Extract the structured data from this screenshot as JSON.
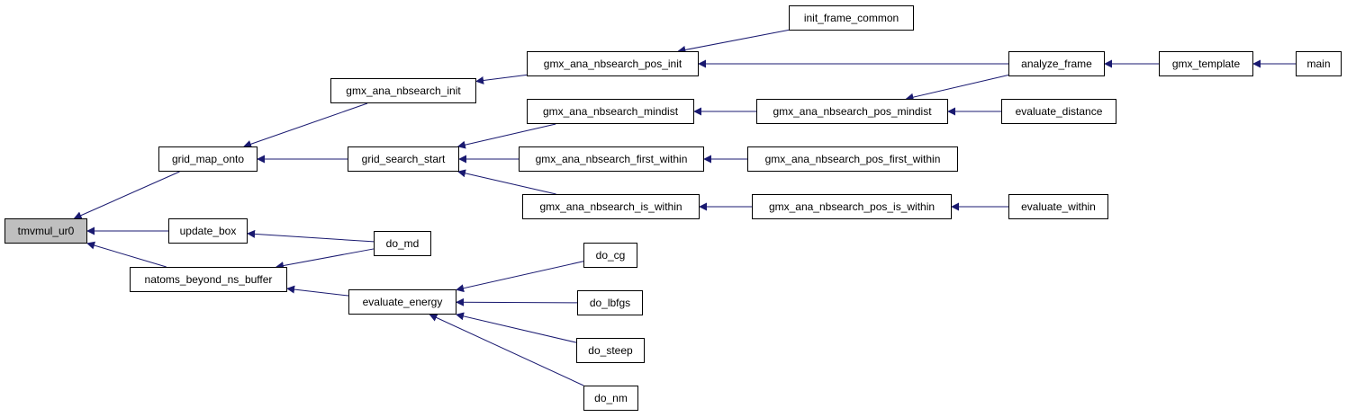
{
  "colors": {
    "edge": "#191970",
    "node_border": "#000000",
    "node_fill": "#ffffff",
    "root_fill": "#bfbfbf",
    "background": "#ffffff"
  },
  "nodes": [
    {
      "id": "tmvmul_ur0",
      "label": "tmvmul_ur0",
      "root": true
    },
    {
      "id": "grid_map_onto",
      "label": "grid_map_onto"
    },
    {
      "id": "update_box",
      "label": "update_box"
    },
    {
      "id": "natoms_beyond_ns_buffer",
      "label": "natoms_beyond_ns_buffer"
    },
    {
      "id": "gmx_ana_nbsearch_init",
      "label": "gmx_ana_nbsearch_init"
    },
    {
      "id": "grid_search_start",
      "label": "grid_search_start"
    },
    {
      "id": "do_md",
      "label": "do_md"
    },
    {
      "id": "evaluate_energy",
      "label": "evaluate_energy"
    },
    {
      "id": "gmx_ana_nbsearch_pos_init",
      "label": "gmx_ana_nbsearch_pos_init"
    },
    {
      "id": "gmx_ana_nbsearch_mindist",
      "label": "gmx_ana_nbsearch_mindist"
    },
    {
      "id": "gmx_ana_nbsearch_first_within",
      "label": "gmx_ana_nbsearch_first_within"
    },
    {
      "id": "gmx_ana_nbsearch_is_within",
      "label": "gmx_ana_nbsearch_is_within"
    },
    {
      "id": "do_cg",
      "label": "do_cg"
    },
    {
      "id": "do_lbfgs",
      "label": "do_lbfgs"
    },
    {
      "id": "do_steep",
      "label": "do_steep"
    },
    {
      "id": "do_nm",
      "label": "do_nm"
    },
    {
      "id": "init_frame_common",
      "label": "init_frame_common"
    },
    {
      "id": "gmx_ana_nbsearch_pos_mindist",
      "label": "gmx_ana_nbsearch_pos_mindist"
    },
    {
      "id": "gmx_ana_nbsearch_pos_first_within",
      "label": "gmx_ana_nbsearch_pos_first_within"
    },
    {
      "id": "gmx_ana_nbsearch_pos_is_within",
      "label": "gmx_ana_nbsearch_pos_is_within"
    },
    {
      "id": "analyze_frame",
      "label": "analyze_frame"
    },
    {
      "id": "evaluate_distance",
      "label": "evaluate_distance"
    },
    {
      "id": "evaluate_within",
      "label": "evaluate_within"
    },
    {
      "id": "gmx_template",
      "label": "gmx_template"
    },
    {
      "id": "main",
      "label": "main"
    }
  ],
  "edges": [
    {
      "from": "grid_map_onto",
      "to": "tmvmul_ur0"
    },
    {
      "from": "update_box",
      "to": "tmvmul_ur0"
    },
    {
      "from": "natoms_beyond_ns_buffer",
      "to": "tmvmul_ur0"
    },
    {
      "from": "gmx_ana_nbsearch_init",
      "to": "grid_map_onto"
    },
    {
      "from": "grid_search_start",
      "to": "grid_map_onto"
    },
    {
      "from": "do_md",
      "to": "update_box"
    },
    {
      "from": "do_md",
      "to": "natoms_beyond_ns_buffer"
    },
    {
      "from": "evaluate_energy",
      "to": "natoms_beyond_ns_buffer"
    },
    {
      "from": "gmx_ana_nbsearch_pos_init",
      "to": "gmx_ana_nbsearch_init"
    },
    {
      "from": "gmx_ana_nbsearch_mindist",
      "to": "grid_search_start"
    },
    {
      "from": "gmx_ana_nbsearch_first_within",
      "to": "grid_search_start"
    },
    {
      "from": "gmx_ana_nbsearch_is_within",
      "to": "grid_search_start"
    },
    {
      "from": "do_cg",
      "to": "evaluate_energy"
    },
    {
      "from": "do_lbfgs",
      "to": "evaluate_energy"
    },
    {
      "from": "do_steep",
      "to": "evaluate_energy"
    },
    {
      "from": "do_nm",
      "to": "evaluate_energy"
    },
    {
      "from": "init_frame_common",
      "to": "gmx_ana_nbsearch_pos_init"
    },
    {
      "from": "analyze_frame",
      "to": "gmx_ana_nbsearch_pos_init"
    },
    {
      "from": "gmx_ana_nbsearch_pos_mindist",
      "to": "gmx_ana_nbsearch_mindist"
    },
    {
      "from": "gmx_ana_nbsearch_pos_first_within",
      "to": "gmx_ana_nbsearch_first_within"
    },
    {
      "from": "gmx_ana_nbsearch_pos_is_within",
      "to": "gmx_ana_nbsearch_is_within"
    },
    {
      "from": "analyze_frame",
      "to": "gmx_ana_nbsearch_pos_mindist"
    },
    {
      "from": "evaluate_distance",
      "to": "gmx_ana_nbsearch_pos_mindist"
    },
    {
      "from": "evaluate_within",
      "to": "gmx_ana_nbsearch_pos_is_within"
    },
    {
      "from": "gmx_template",
      "to": "analyze_frame"
    },
    {
      "from": "main",
      "to": "gmx_template"
    }
  ]
}
